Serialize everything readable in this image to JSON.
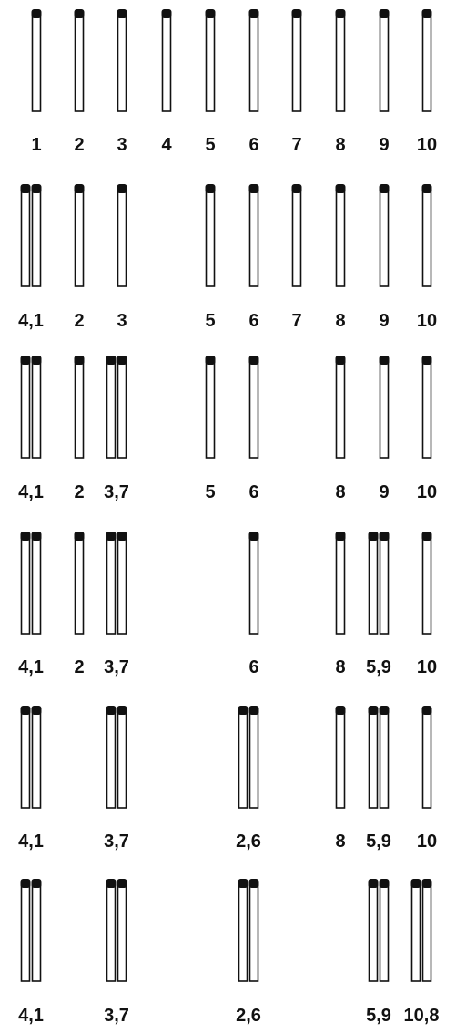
{
  "rows": [
    {
      "groups": [
        {
          "label": "1",
          "slot": 0,
          "count": 1
        },
        {
          "label": "2",
          "slot": 1,
          "count": 1
        },
        {
          "label": "3",
          "slot": 2,
          "count": 1
        },
        {
          "label": "4",
          "slot": 3,
          "count": 1
        },
        {
          "label": "5",
          "slot": 4,
          "count": 1
        },
        {
          "label": "6",
          "slot": 5,
          "count": 1
        },
        {
          "label": "7",
          "slot": 6,
          "count": 1
        },
        {
          "label": "8",
          "slot": 7,
          "count": 1
        },
        {
          "label": "9",
          "slot": 8,
          "count": 1
        },
        {
          "label": "10",
          "slot": 9,
          "count": 1
        }
      ]
    },
    {
      "groups": [
        {
          "label": "4,1",
          "slot": 0,
          "count": 2
        },
        {
          "label": "2",
          "slot": 1,
          "count": 1
        },
        {
          "label": "3",
          "slot": 2,
          "count": 1
        },
        {
          "label": "5",
          "slot": 4,
          "count": 1
        },
        {
          "label": "6",
          "slot": 5,
          "count": 1
        },
        {
          "label": "7",
          "slot": 6,
          "count": 1
        },
        {
          "label": "8",
          "slot": 7,
          "count": 1
        },
        {
          "label": "9",
          "slot": 8,
          "count": 1
        },
        {
          "label": "10",
          "slot": 9,
          "count": 1
        }
      ]
    },
    {
      "groups": [
        {
          "label": "4,1",
          "slot": 0,
          "count": 2
        },
        {
          "label": "2",
          "slot": 1,
          "count": 1
        },
        {
          "label": "3,7",
          "slot": 2,
          "count": 2
        },
        {
          "label": "5",
          "slot": 4,
          "count": 1
        },
        {
          "label": "6",
          "slot": 5,
          "count": 1
        },
        {
          "label": "8",
          "slot": 7,
          "count": 1
        },
        {
          "label": "9",
          "slot": 8,
          "count": 1
        },
        {
          "label": "10",
          "slot": 9,
          "count": 1
        }
      ]
    },
    {
      "groups": [
        {
          "label": "4,1",
          "slot": 0,
          "count": 2
        },
        {
          "label": "2",
          "slot": 1,
          "count": 1
        },
        {
          "label": "3,7",
          "slot": 2,
          "count": 2
        },
        {
          "label": "6",
          "slot": 5,
          "count": 1
        },
        {
          "label": "8",
          "slot": 7,
          "count": 1
        },
        {
          "label": "5,9",
          "slot": 8,
          "count": 2
        },
        {
          "label": "10",
          "slot": 9,
          "count": 1
        }
      ]
    },
    {
      "groups": [
        {
          "label": "4,1",
          "slot": 0,
          "count": 2
        },
        {
          "label": "3,7",
          "slot": 2,
          "count": 2
        },
        {
          "label": "2,6",
          "slot": 5,
          "count": 2
        },
        {
          "label": "8",
          "slot": 7,
          "count": 1
        },
        {
          "label": "5,9",
          "slot": 8,
          "count": 2
        },
        {
          "label": "10",
          "slot": 9,
          "count": 1
        }
      ]
    },
    {
      "groups": [
        {
          "label": "4,1",
          "slot": 0,
          "count": 2
        },
        {
          "label": "3,7",
          "slot": 2,
          "count": 2
        },
        {
          "label": "2,6",
          "slot": 5,
          "count": 2
        },
        {
          "label": "5,9",
          "slot": 8,
          "count": 2
        },
        {
          "label": "10,8",
          "slot": 9,
          "count": 2
        }
      ]
    }
  ]
}
